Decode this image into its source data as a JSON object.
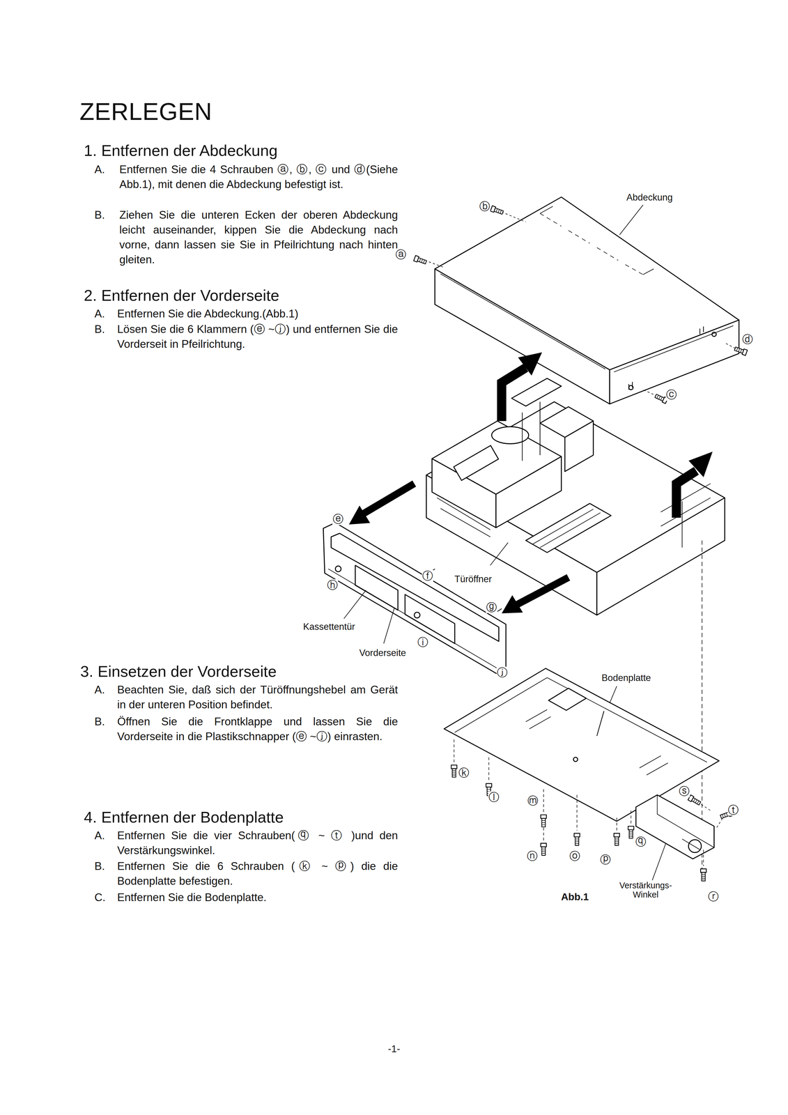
{
  "diagram": {
    "title": "ZERLEGEN",
    "labels": [
      "1. Entfernen der Abdeckung",
      "A.",
      "Entfernen Sie die 4 Schrauben ⓐ, ⓑ, ⓒ und ⓓ(Siehe Abb.1), mit denen die Abdeckung befestigt ist.",
      "B.",
      "Ziehen Sie die unteren Ecken der oberen Abdeckung leicht auseinander, kippen Sie die Abdeckung nach vorne, dann lassen sie Sie in Pfeilrichtung nach hinten gleiten.",
      "2. Entfernen der Vorderseite",
      "A.",
      "Entfernen Sie die Abdeckung.(Abb.1)",
      "B.",
      "Lösen Sie die 6 Klammern (ⓔ ~ⓙ) und entfernen Sie die Vorderseit in Pfeilrichtung.",
      "3. Einsetzen der Vorderseite",
      "A.",
      "Beachten Sie, daß sich der Türöffnungshebel am Gerät in der unteren Position befindet.",
      "B.",
      "Öffnen Sie die Frontklappe und lassen Sie die Vorderseite in die Plastikschnapper (ⓔ ~ⓙ) einrasten.",
      "4. Entfernen der Bodenplatte",
      "A.",
      "Entfernen Sie die vier Schrauben(ⓠ ~ ⓣ )und den Verstärkungswinkel.",
      "B.",
      "Entfernen Sie die 6 Schrauben (ⓚ ~ ⓟ) die die Bodenplatte befestigen.",
      "C.",
      "Entfernen Sie die Bodenplatte.",
      "Abdeckung",
      "ⓑ",
      "ⓐ",
      "ⓓ",
      "ⓒ",
      "ⓔ",
      "ⓕ",
      "Türöffner",
      "ⓗ",
      "ⓖ",
      "Kassettentür",
      "ⓘ",
      "Vorderseite",
      "ⓙ",
      "Bodenplatte",
      "ⓚ",
      "ⓛ",
      "ⓜ",
      "ⓢ",
      "ⓣ",
      "ⓠ",
      "ⓝ",
      "ⓞ",
      "ⓟ",
      "Verstärkungs- Winkel",
      "ⓡ",
      "Abb.1",
      "-1-"
    ]
  }
}
